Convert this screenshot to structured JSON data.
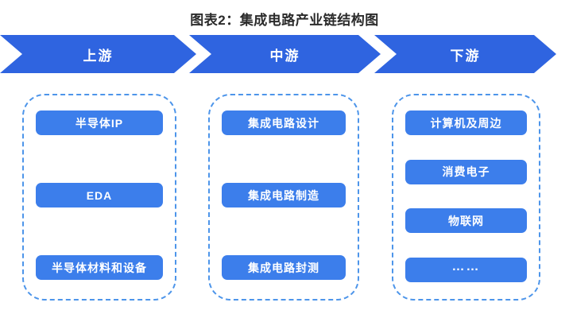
{
  "title": "图表2：集成电路产业链结构图",
  "colors": {
    "arrow_blue": "#2f64e0",
    "box_blue": "#3c7eeb",
    "dashed_border_blue": "#4d95ea",
    "title_text": "#2b2b2b",
    "label_text": "#ffffff",
    "background": "#ffffff"
  },
  "stages": [
    {
      "label": "上游",
      "items": [
        "半导体IP",
        "EDA",
        "半导体材料和设备"
      ]
    },
    {
      "label": "中游",
      "items": [
        "集成电路设计",
        "集成电路制造",
        "集成电路封测"
      ]
    },
    {
      "label": "下游",
      "items": [
        "计算机及周边",
        "消费电子",
        "物联网",
        "……"
      ]
    }
  ]
}
